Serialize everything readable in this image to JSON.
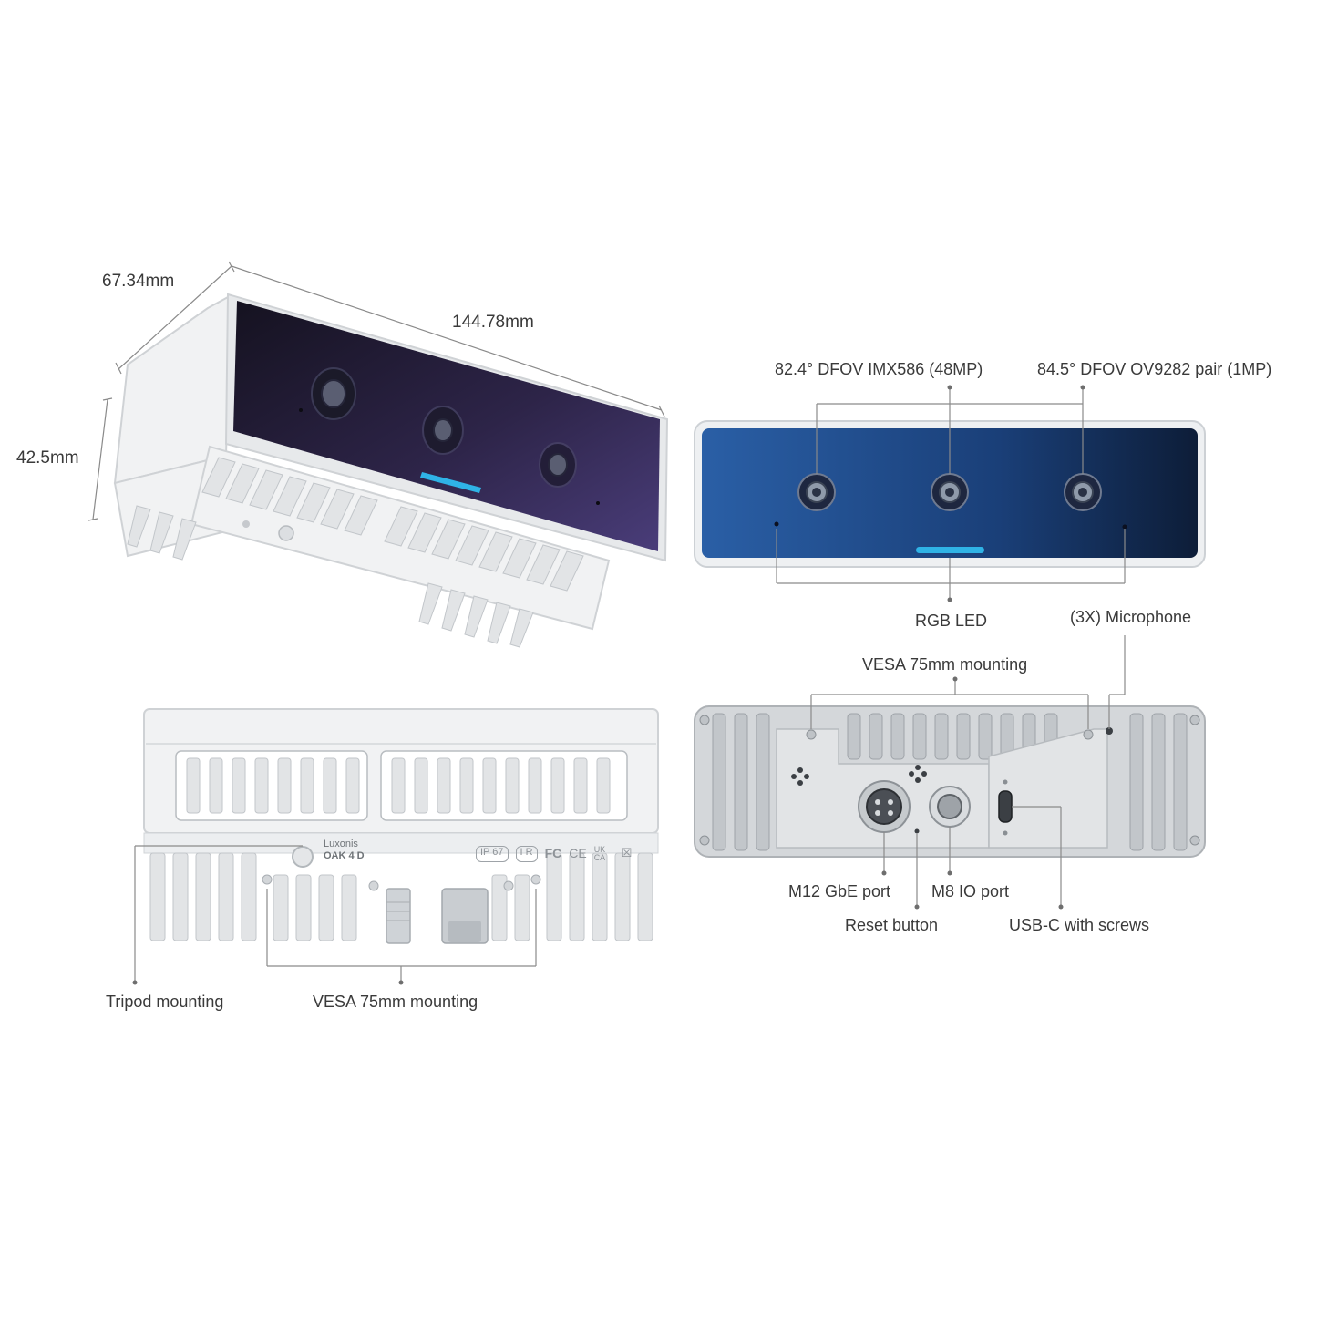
{
  "dimensions": {
    "depth": "67.34mm",
    "width": "144.78mm",
    "height": "42.5mm"
  },
  "front_view": {
    "sensor_rgb": "82.4°  DFOV  IMX586  (48MP)",
    "sensor_stereo": "84.5°  DFOV  OV9282  pair  (1MP)",
    "led": "RGB LED",
    "microphone": "(3X) Microphone"
  },
  "bottom_view": {
    "brand": "Luxonis",
    "model": "OAK  4  D",
    "certifications": [
      "IP 67",
      "I R",
      "FC",
      "CE",
      "UK CA"
    ],
    "tripod": "Tripod mounting",
    "vesa": "VESA  75mm  mounting"
  },
  "back_view": {
    "vesa": "VESA  75mm  mounting",
    "m12": "M12 GbE port",
    "m8": "M8 IO port",
    "reset": "Reset button",
    "usbc": "USB-C with screws"
  },
  "colors": {
    "front_glass_iso": "#3d2f63",
    "front_glass": "#1f4a86",
    "led": "#2fb3e6",
    "housing": "#f1f2f3",
    "label_text": "#3a3a3a"
  }
}
